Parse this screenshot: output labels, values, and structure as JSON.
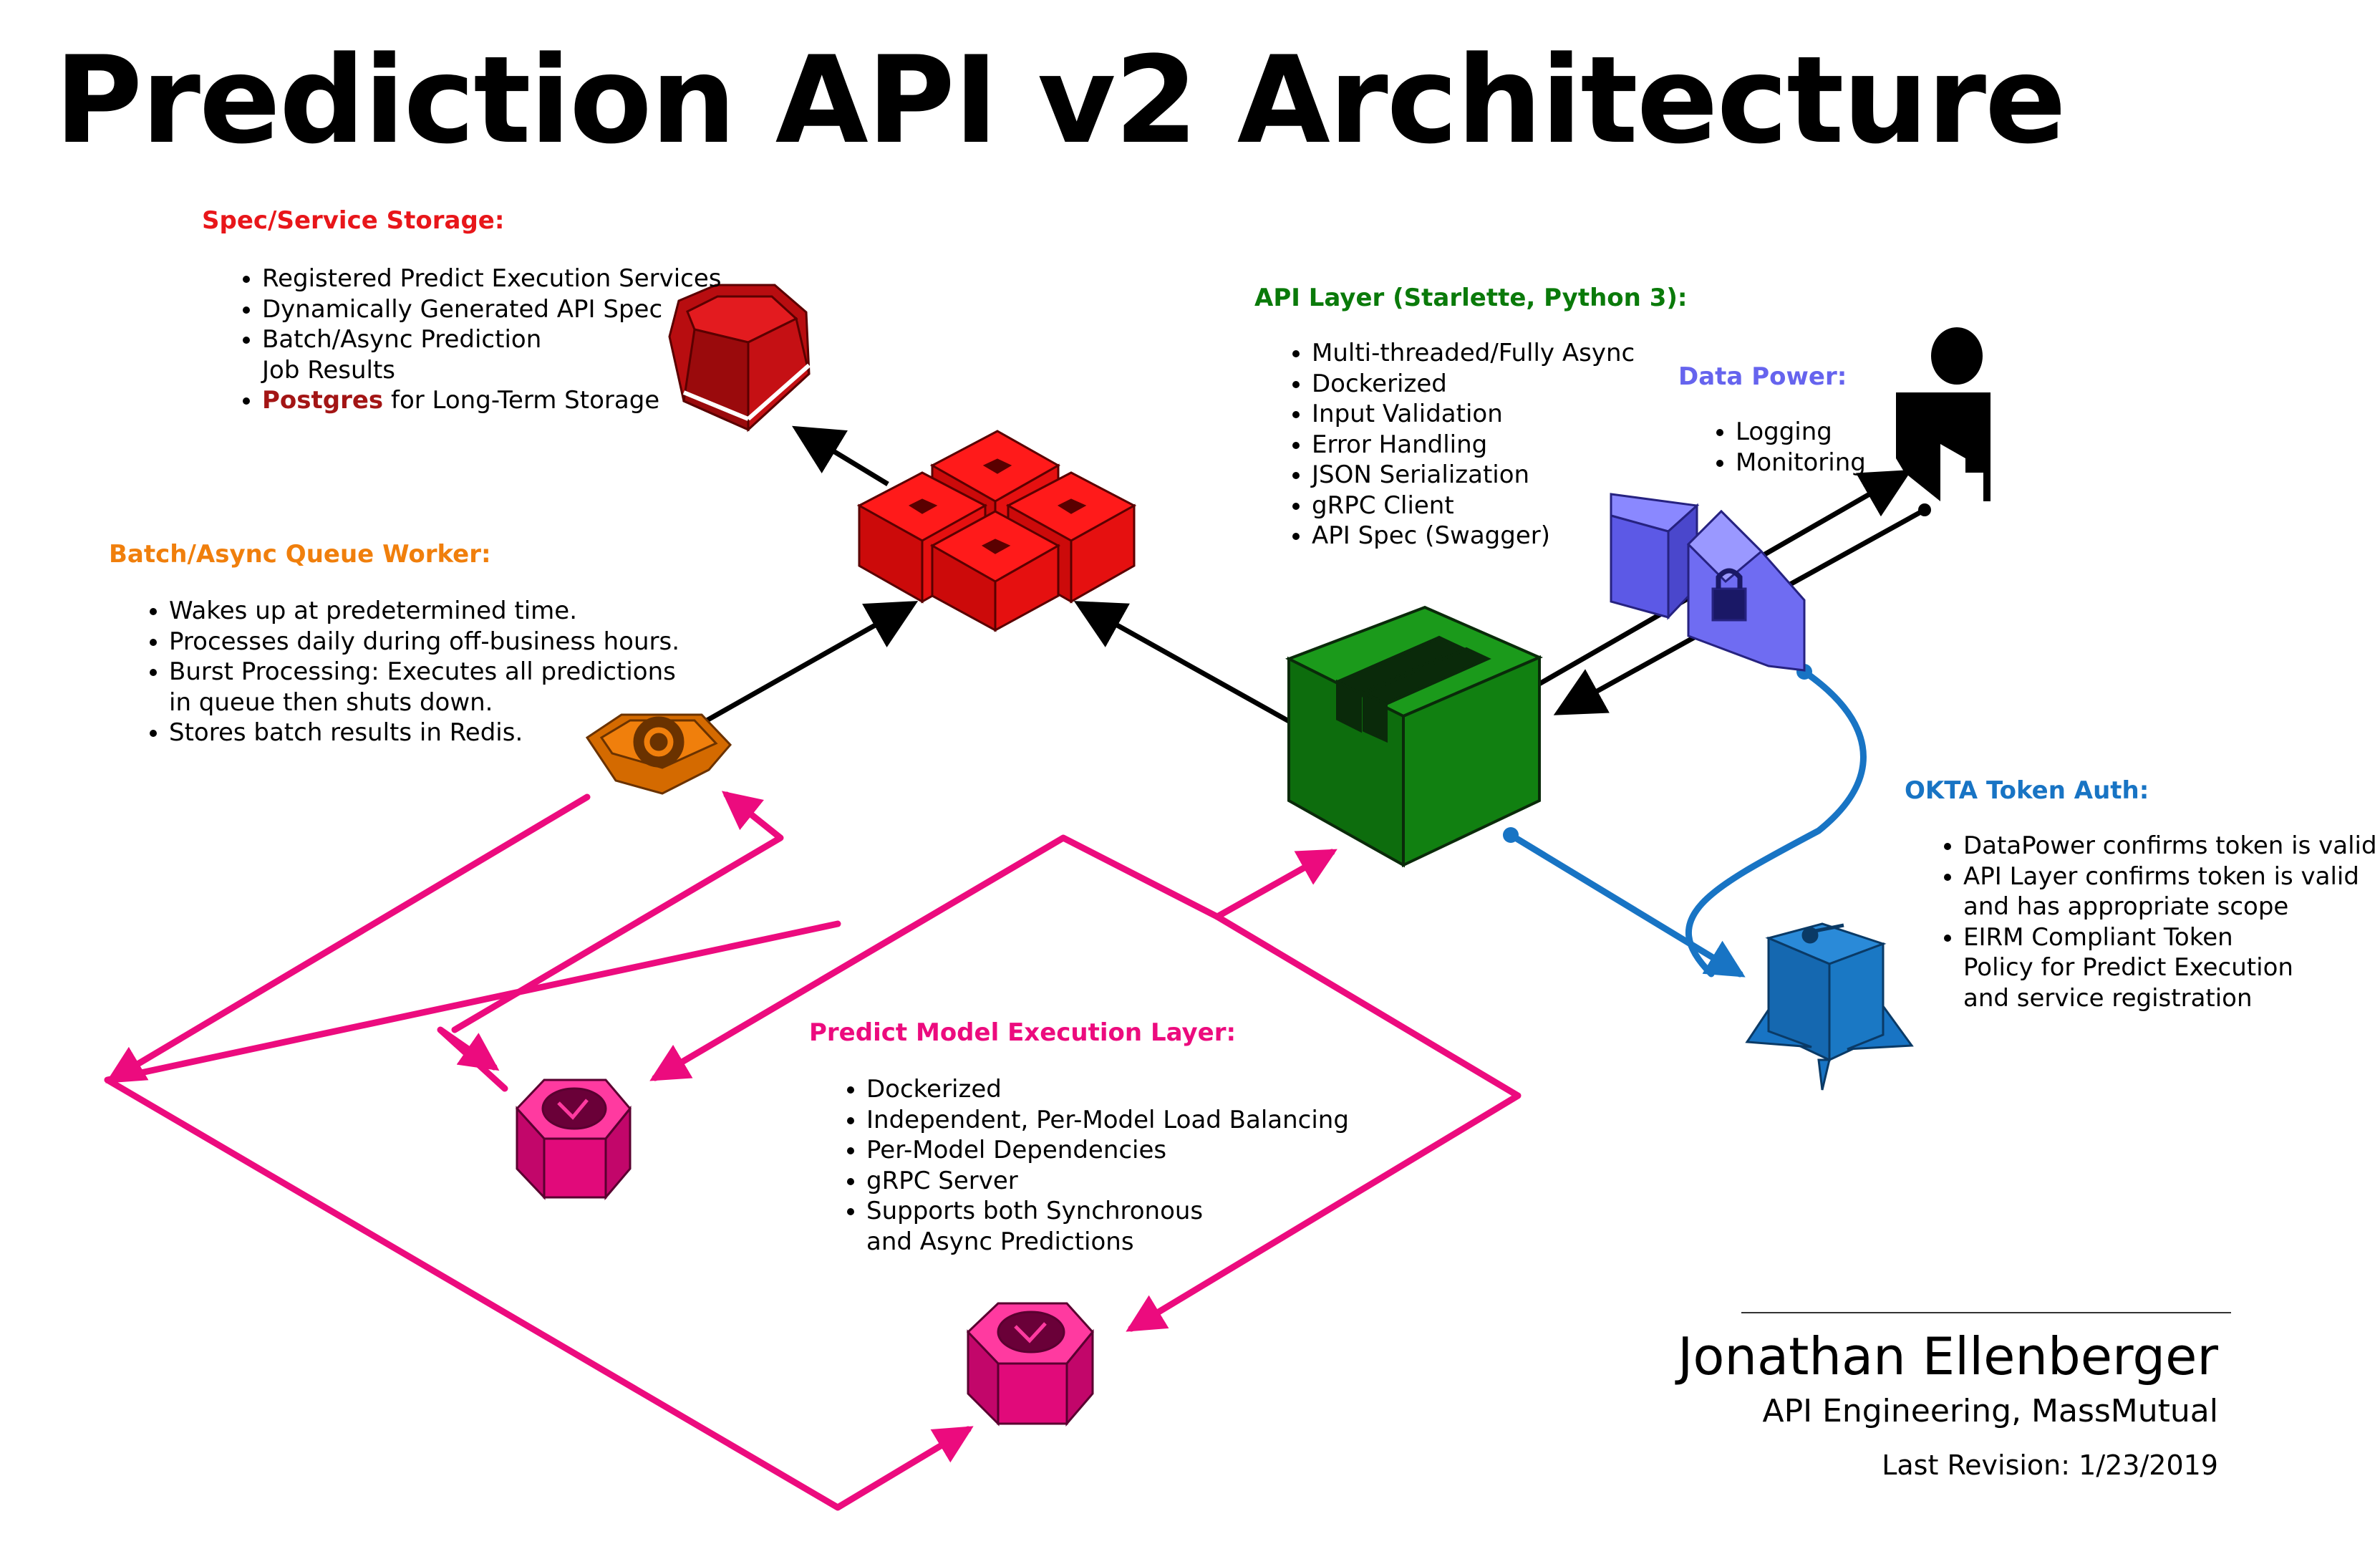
{
  "title": "Prediction API v2 Architecture",
  "sections": {
    "storage": {
      "heading": "Spec/Service Storage:",
      "items": [
        "Registered Predict Execution Services",
        "Dynamically Generated API Spec",
        "Batch/Async Prediction",
        "Job Results",
        "Postgres",
        " for Long-Term Storage"
      ]
    },
    "worker": {
      "heading": "Batch/Async Queue Worker:",
      "items": [
        "Wakes up at predetermined time.",
        "Processes daily during off-business hours.",
        "Burst Processing: Executes all predictions",
        "in queue then shuts down.",
        "Stores batch results in Redis."
      ]
    },
    "api": {
      "heading": "API Layer (Starlette, Python 3):",
      "items": [
        "Multi-threaded/Fully Async",
        "Dockerized",
        "Input Validation",
        "Error Handling",
        "JSON Serialization",
        "gRPC Client",
        "API Spec (Swagger)"
      ]
    },
    "datapower": {
      "heading": "Data Power:",
      "items": [
        "Logging",
        "Monitoring"
      ]
    },
    "okta": {
      "heading": "OKTA Token Auth:",
      "items": [
        "DataPower confirms token is valid",
        "API Layer confirms token is valid",
        "and has appropriate scope",
        "EIRM Compliant Token",
        "Policy for Predict Execution",
        "and service registration"
      ]
    },
    "model": {
      "heading": "Predict Model Execution Layer:",
      "items": [
        "Dockerized",
        "Independent, Per-Model Load Balancing",
        "Per-Model Dependencies",
        "gRPC Server",
        "Supports both Synchronous",
        "and Async Predictions"
      ]
    }
  },
  "signature": {
    "name": "Jonathan Ellenberger",
    "org": "API Engineering, MassMutual",
    "revision": "Last Revision: 1/23/2019"
  },
  "colors": {
    "storage": "#e8161a",
    "worker": "#f07f0c",
    "api": "#0a7a0a",
    "datapower": "#6664ee",
    "okta": "#1874c4",
    "model": "#ec0b7e",
    "postgres": "#a31515"
  },
  "icons": {
    "postgres": "database-icon",
    "redis": "redis-cluster-icon",
    "worker": "gear-icon",
    "api": "container-icon",
    "datapower": "gateway-lock-icon",
    "okta": "key-icon",
    "user": "user-icon",
    "model": "model-node-icon"
  }
}
